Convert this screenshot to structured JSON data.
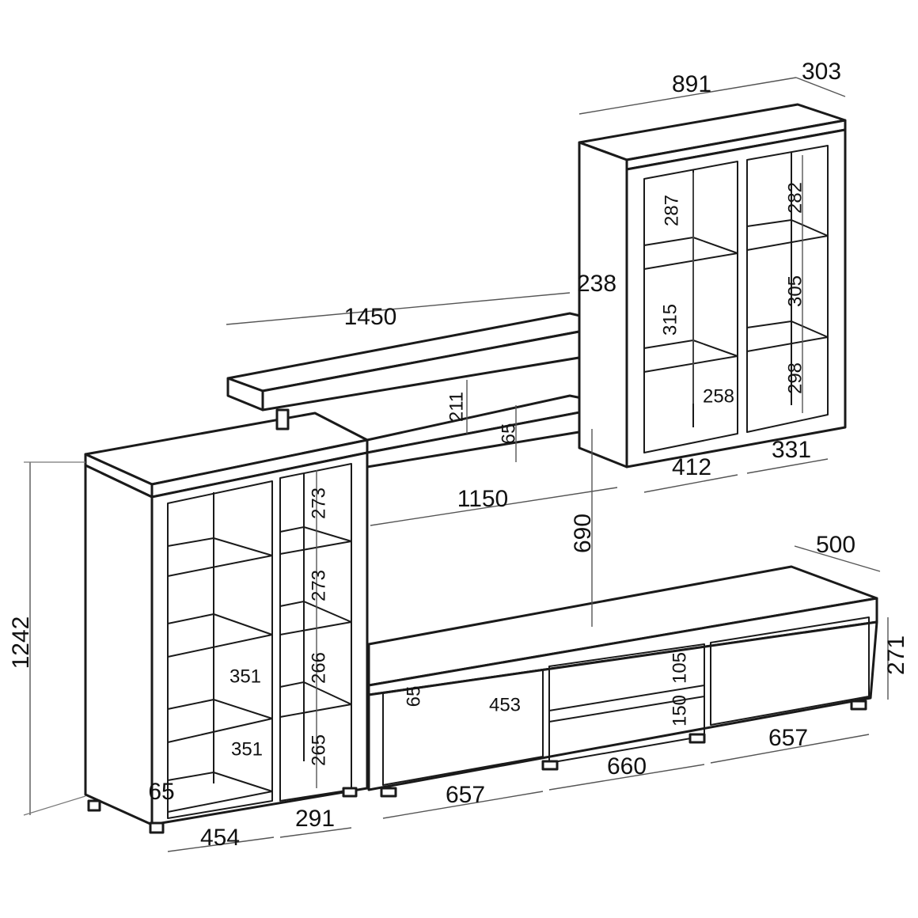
{
  "dimensions": {
    "overall_height": "1242",
    "left_width": "454",
    "left_right_width": "291",
    "left_foot": "65",
    "left_depth_1": "351",
    "left_depth_2": "351",
    "left_shelf_1": "273",
    "left_shelf_2": "273",
    "left_shelf_3": "266",
    "left_shelf_4": "265",
    "shelf_length": "1450",
    "shelf_depth": "238",
    "shelf_lower_length": "1150",
    "shelf_gap": "211",
    "shelf_lower_thickness": "65",
    "wall_height": "690",
    "upper_width": "891",
    "upper_depth": "303",
    "upper_left_height_1": "287",
    "upper_left_height_2": "315",
    "upper_inner_depth": "258",
    "upper_right_height_1": "282",
    "upper_right_height_2": "305",
    "upper_right_height_3": "298",
    "upper_left_width": "412",
    "upper_right_width": "331",
    "tv_depth": "500",
    "tv_height": "271",
    "tv_foot": "65",
    "tv_inner_depth": "453",
    "tv_drawer_height": "105",
    "tv_mid_height": "150",
    "tv_left_width": "657",
    "tv_mid_width": "660",
    "tv_right_width": "657"
  },
  "colors": {
    "line": "#1a1a1a",
    "dim_line": "#555555",
    "background": "#ffffff"
  }
}
